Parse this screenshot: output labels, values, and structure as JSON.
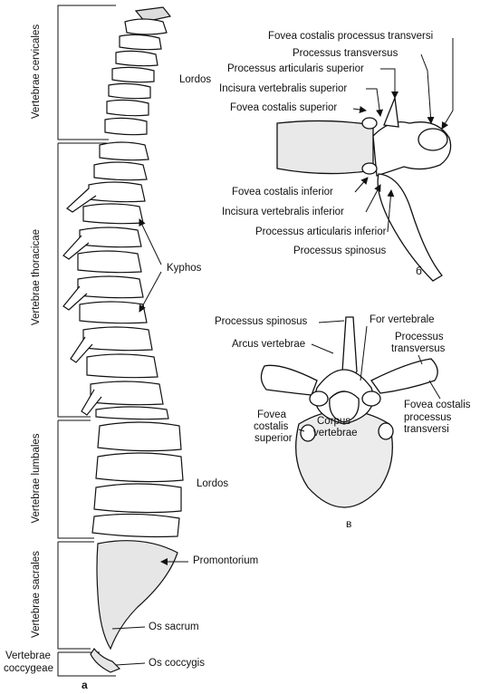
{
  "regions": {
    "cervical": "Vertebrae cervicales",
    "thoracic": "Vertebrae thoracicae",
    "lumbar": "Vertebrae lumbales",
    "sacral": "Vertebrae sacrales",
    "coccygeal_1": "Vertebrae",
    "coccygeal_2": "coccygeae"
  },
  "spine_labels": {
    "lordos_upper": "Lordos",
    "kyphos": "Kyphos",
    "lordos_lower": "Lordos",
    "promontorium": "Promontorium",
    "os_sacrum": "Os sacrum",
    "os_coccygis": "Os coccygis"
  },
  "lateral_labels": {
    "fovea_costalis_processus_transversi": "Fovea costalis processus transversi",
    "processus_transversus": "Processus transversus",
    "processus_articularis_superior": "Processus articularis superior",
    "incisura_vertebralis_superior": "Incisura vertebralis superior",
    "fovea_costalis_superior": "Fovea costalis superior",
    "fovea_costalis_inferior": "Fovea costalis inferior",
    "incisura_vertebralis_inferior": "Incisura vertebralis inferior",
    "processus_articularis_inferior": "Processus articularis inferior",
    "processus_spinosus": "Processus spinosus"
  },
  "top_view_labels": {
    "processus_spinosus": "Processus spinosus",
    "for_vertebrale": "For vertebrale",
    "arcus_vertebrae": "Arcus vertebrae",
    "processus_transversus_1": "Processus",
    "processus_transversus_2": "transversus",
    "fovea_costalis_1": "Fovea",
    "fovea_costalis_2": "costalis",
    "fovea_costalis_3": "superior",
    "corpus_1": "Corpus",
    "corpus_2": "vertebrae",
    "fovea_cpt_1": "Fovea costalis",
    "fovea_cpt_2": "processus",
    "fovea_cpt_3": "transversi"
  },
  "panels": {
    "a": "a",
    "b": "б",
    "c": "в"
  }
}
